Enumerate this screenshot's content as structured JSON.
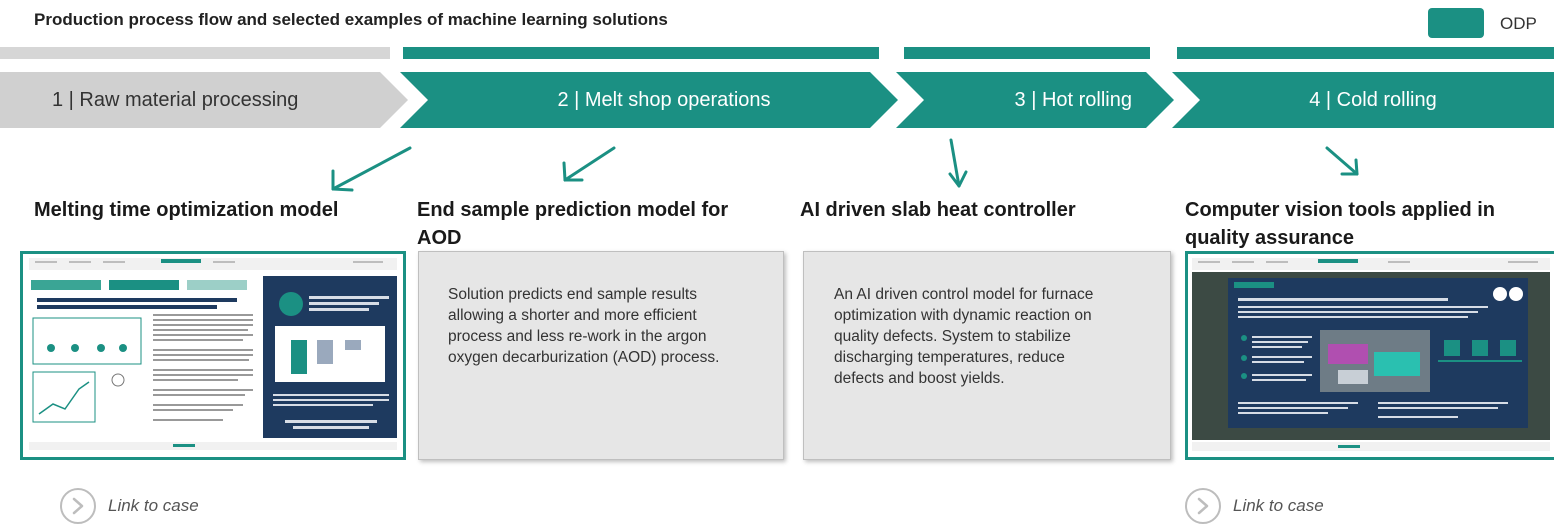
{
  "header": {
    "title": "Production process flow and selected examples of machine learning solutions",
    "legend_label": "ODP"
  },
  "colors": {
    "teal": "#1b9083",
    "gray_chevron": "#d0d0d0",
    "gray_bar": "#d6d6d6",
    "box_bg": "#e6e6e6"
  },
  "stages": [
    {
      "label": "1 | Raw material processing"
    },
    {
      "label": "2 | Melt shop operations"
    },
    {
      "label": "3 | Hot rolling"
    },
    {
      "label": "4 | Cold rolling"
    }
  ],
  "models": [
    {
      "title": "Melting time optimization model",
      "kind": "thumbnail",
      "link": "Link to case"
    },
    {
      "title": "End sample prediction model for AOD",
      "kind": "description",
      "description": "Solution predicts end sample results allowing a shorter and more efficient process and less re-work in the argon oxygen decarburization (AOD) process."
    },
    {
      "title": "AI driven slab heat controller",
      "kind": "description",
      "description": "An AI driven control model for furnace optimization with dynamic reaction on quality defects. System to stabilize discharging temperatures, reduce defects and boost yields."
    },
    {
      "title": "Computer vision tools applied in quality assurance",
      "kind": "thumbnail",
      "link": "Link to case"
    }
  ]
}
